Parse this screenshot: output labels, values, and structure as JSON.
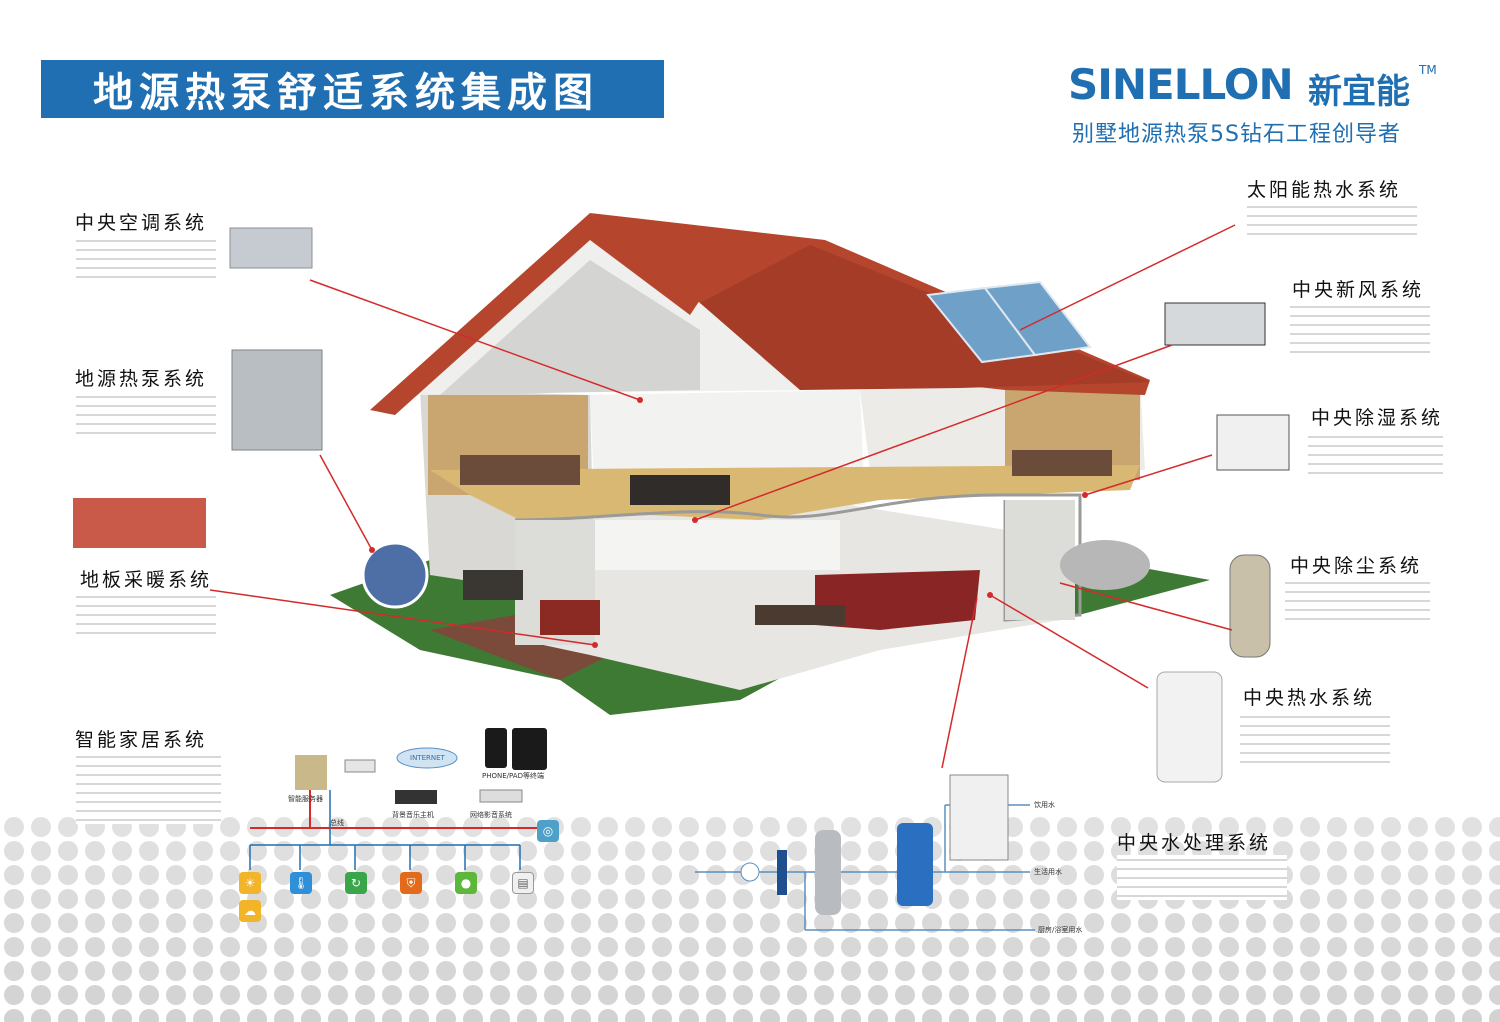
{
  "header": {
    "title": "地源热泵舒适系统集成图"
  },
  "brand": {
    "latin": "SINELLON",
    "chinese": "新宜能",
    "tm": "TM",
    "slogan": "别墅地源热泵5S钻石工程创导者"
  },
  "systems": {
    "central_ac": "中央空调系统",
    "ground_source": "地源热泵系统",
    "floor_heating": "地板采暖系统",
    "smart_home": "智能家居系统",
    "solar_water": "太阳能热水系统",
    "fresh_air": "中央新风系统",
    "dehumid": "中央除湿系统",
    "vacuum": "中央除尘系统",
    "hot_water": "中央热水系统",
    "water_treatment": "中央水处理系统"
  },
  "smart_home_diagram": {
    "internet": "INTERNET",
    "devices": "PHONE/PAD等终端",
    "server": "智能服务器",
    "audio": "背景音乐主机",
    "network": "网络影音系统",
    "bus": "总线"
  },
  "water_diagram": {
    "out1": "饮用水",
    "out2": "生活用水",
    "out3": "厨房/浴室用水"
  },
  "colors": {
    "brand_blue": "#1f6fb2",
    "leader_red": "#d42a2a",
    "roof": "#b5452d",
    "lawn": "#3f7a35",
    "dots": "#c8c8c8"
  }
}
